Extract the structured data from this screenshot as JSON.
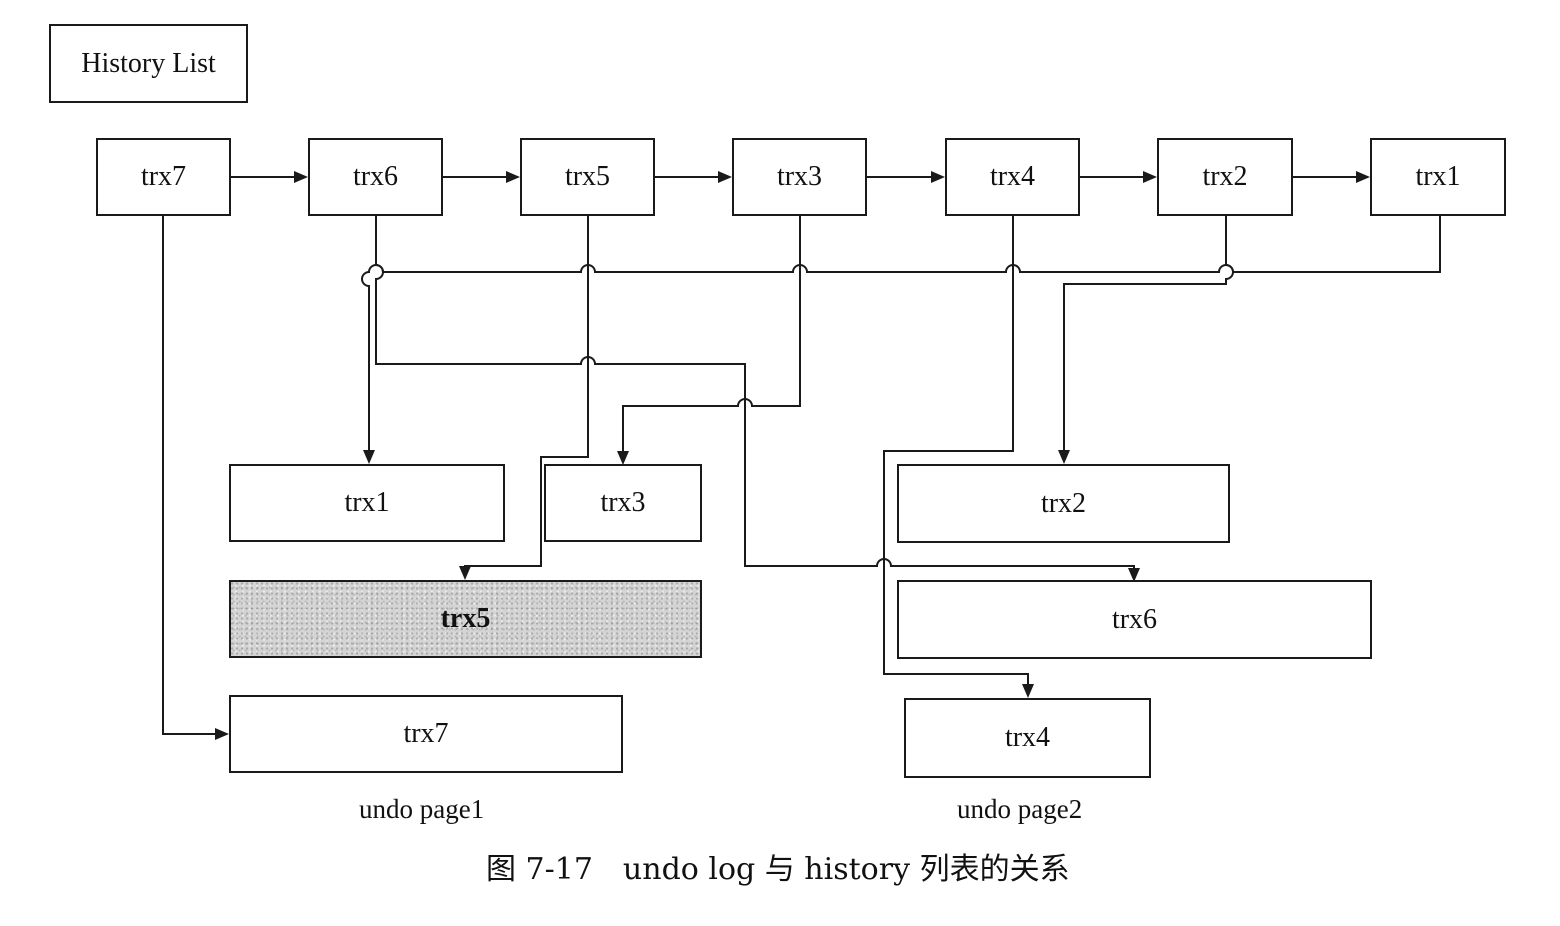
{
  "header": {
    "title": "History List"
  },
  "history_list": [
    {
      "id": "trx7",
      "label": "trx7"
    },
    {
      "id": "trx6",
      "label": "trx6"
    },
    {
      "id": "trx5",
      "label": "trx5"
    },
    {
      "id": "trx3",
      "label": "trx3"
    },
    {
      "id": "trx4",
      "label": "trx4"
    },
    {
      "id": "trx2",
      "label": "trx2"
    },
    {
      "id": "trx1",
      "label": "trx1"
    }
  ],
  "undo_page1": {
    "label": "undo page1",
    "entries": [
      {
        "id": "trx1",
        "label": "trx1"
      },
      {
        "id": "trx3",
        "label": "trx3"
      },
      {
        "id": "trx5",
        "label": "trx5",
        "shaded": true
      },
      {
        "id": "trx7",
        "label": "trx7"
      }
    ]
  },
  "undo_page2": {
    "label": "undo page2",
    "entries": [
      {
        "id": "trx2",
        "label": "trx2"
      },
      {
        "id": "trx6",
        "label": "trx6"
      },
      {
        "id": "trx4",
        "label": "trx4"
      }
    ]
  },
  "caption": "图 7-17　undo log 与 history 列表的关系"
}
